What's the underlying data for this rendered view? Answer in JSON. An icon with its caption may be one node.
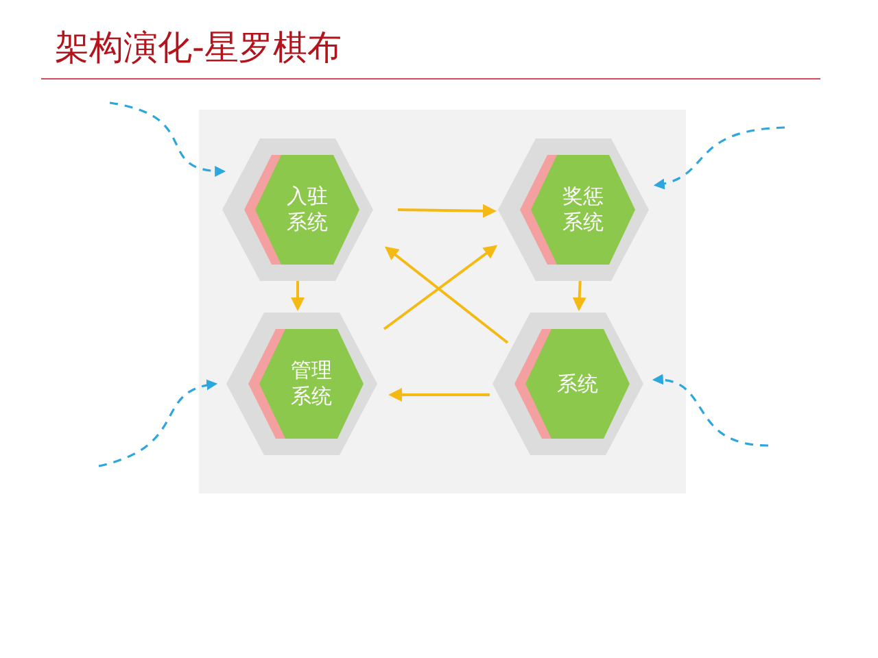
{
  "diagram": {
    "title": "架构演化-星罗棋布",
    "nodes": [
      {
        "text": [
          "入驻系统"
        ]
      },
      {
        "text": [
          "奖惩系统"
        ]
      },
      {
        "text": [
          "管理系统"
        ]
      },
      {
        "text": [
          "系统"
        ]
      }
    ],
    "edges": [
      {
        "from": 0,
        "to": 1,
        "arrow": "to"
      },
      {
        "from": 0,
        "to": 2,
        "arrow": "to"
      },
      {
        "from": 1,
        "to": 3,
        "arrow": "to"
      },
      {
        "from": 3,
        "to": 2,
        "arrow": "to"
      },
      {
        "from": 2,
        "to": 1,
        "arrow": "to"
      },
      {
        "from": 3,
        "to": 0,
        "arrow": "to"
      },
      {
        "from": null,
        "to": 0,
        "arrow": "to",
        "style": "dashed",
        "color": "#2ba6de"
      },
      {
        "from": null,
        "to": 1,
        "arrow": "to",
        "style": "dashed",
        "color": "#2ba6de"
      },
      {
        "from": null,
        "to": 2,
        "arrow": "to",
        "style": "dashed",
        "color": "#2ba6de"
      },
      {
        "from": null,
        "to": 3,
        "arrow": "to",
        "style": "dashed",
        "color": "#2ba6de"
      }
    ]
  }
}
